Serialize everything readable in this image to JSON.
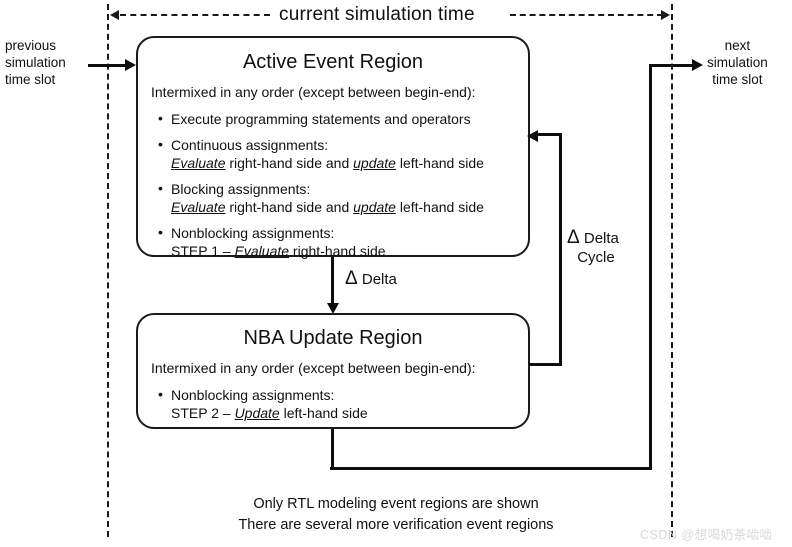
{
  "header": {
    "title": "current simulation time"
  },
  "labels": {
    "previous_slot": "previous\nsimulation\ntime slot",
    "previous_slot_line1": "previous",
    "previous_slot_line2": "simulation",
    "previous_slot_line3": "time slot",
    "next_slot_line1": "next",
    "next_slot_line2": "simulation",
    "next_slot_line3": "time slot"
  },
  "active_region": {
    "title": "Active Event Region",
    "intro": "Intermixed in any order (except between begin-end):",
    "bullets": [
      {
        "line1_pre": "Execute programming statements and operators",
        "line1_em1": "",
        "line1_mid": "",
        "line1_em2": "",
        "line1_post": "",
        "line2_pre": "",
        "line2_em1": "",
        "line2_mid": "",
        "line2_em2": "",
        "line2_post": ""
      },
      {
        "line1_pre": "Continuous assignments:",
        "line2_pre": "",
        "line2_em1": "Evaluate",
        "line2_mid": " right-hand side and ",
        "line2_em2": "update",
        "line2_post": " left-hand side"
      },
      {
        "line1_pre": "Blocking assignments:",
        "line2_pre": "",
        "line2_em1": "Evaluate",
        "line2_mid": " right-hand side and ",
        "line2_em2": "update",
        "line2_post": " left-hand side"
      },
      {
        "line1_pre": "Nonblocking assignments:",
        "line2_pre": "STEP 1 – ",
        "line2_em1": "Evaluate",
        "line2_mid": " right-hand side",
        "line2_em2": "",
        "line2_post": ""
      }
    ]
  },
  "nba_region": {
    "title": "NBA Update Region",
    "intro": "Intermixed in any order (except between begin-end):",
    "bullets": [
      {
        "line1_pre": "Nonblocking assignments:",
        "line2_pre": "STEP 2 – ",
        "line2_em1": "Update",
        "line2_mid": " left-hand side",
        "line2_em2": "",
        "line2_post": ""
      }
    ]
  },
  "delta_down": {
    "symbol": "Δ",
    "text": "Delta"
  },
  "delta_cycle": {
    "symbol": "Δ",
    "line1": "Delta",
    "line2": "Cycle"
  },
  "footer": {
    "line1": "Only RTL modeling event regions are shown",
    "line2": "There are several more verification event regions"
  },
  "watermark": {
    "text": "CSDN @想喝奶茶啮啮"
  },
  "colors": {
    "stroke": "#0d0d0d",
    "text": "#111111",
    "background": "#ffffff",
    "watermark": "#d8d8d8"
  }
}
